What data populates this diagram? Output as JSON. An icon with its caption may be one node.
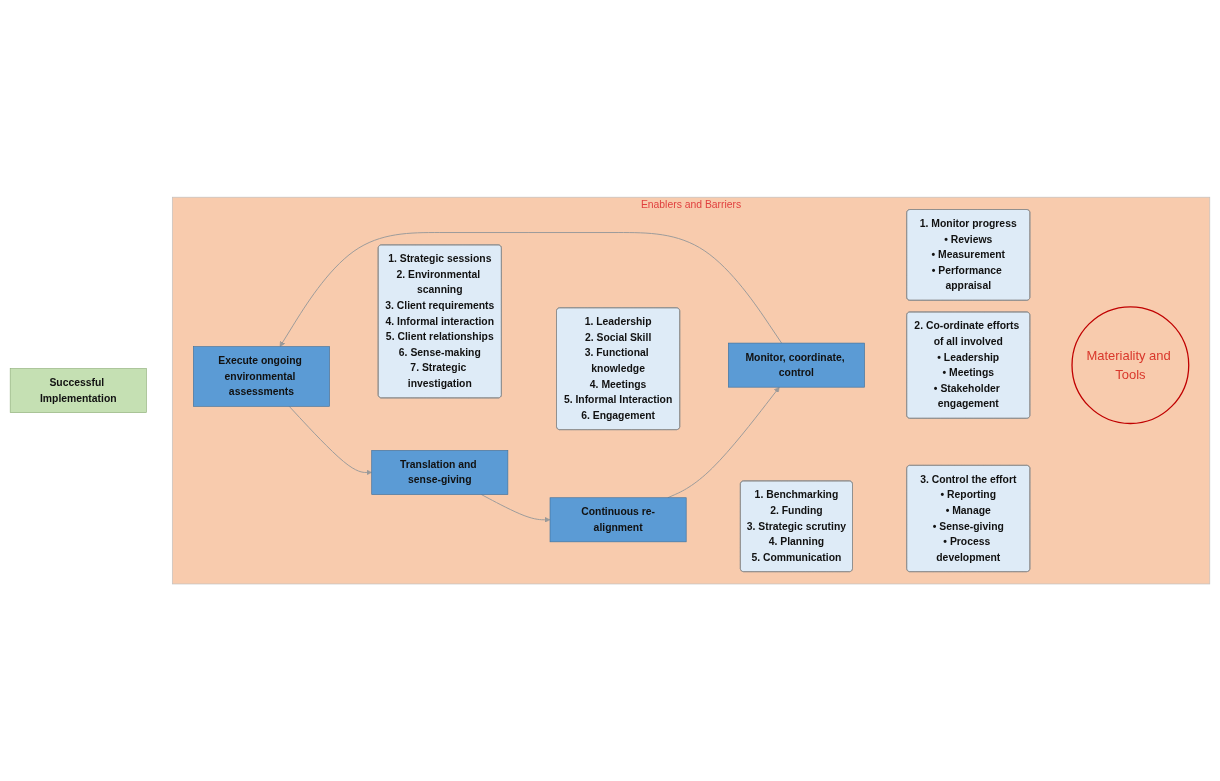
{
  "diagram": {
    "nodes": [
      {
        "text": [
          "Successful Implementation"
        ]
      },
      {
        "text": [
          "Enablers and Barriers"
        ]
      },
      {
        "text": [
          "Execute ongoing environmental assessments"
        ],
        "in": 1
      },
      {
        "text": [
          "Translation and sense-giving"
        ],
        "in": 1
      },
      {
        "text": [
          "Continuous re-alignment"
        ],
        "in": 1
      },
      {
        "text": [
          "Monitor, coordinate, control"
        ],
        "in": 1
      },
      {
        "text": [
          "1. Strategic sessions",
          "2. Environmental scanning",
          "3. Client requirements",
          "4. Informal interaction",
          "5. Client relationships",
          "6. Sense-making",
          "7. Strategic investigation"
        ],
        "in": 1
      },
      {
        "text": [
          "1. Leadership",
          "2. Social Skill",
          "3. Functional knowledge",
          "4. Meetings",
          "5. Informal Interaction",
          "6. Engagement"
        ],
        "in": 1
      },
      {
        "text": [
          "1. Benchmarking",
          "2. Funding",
          "3. Strategic scrutiny",
          "4. Planning",
          "5. Communication"
        ],
        "in": 1
      },
      {
        "text": [
          "1. Monitor progress",
          "• Reviews",
          "• Measurement",
          "• Performance appraisal"
        ],
        "in": 1
      },
      {
        "text": [
          "2. Co-ordinate efforts of all involved",
          "• Leadership",
          "• Meetings",
          "• Stakeholder engagement"
        ],
        "in": 1
      },
      {
        "text": [
          "3. Control the effort",
          "• Reporting",
          "• Manage",
          "• Sense-giving",
          "• Process development"
        ],
        "in": 1
      },
      {
        "text": [
          "Materiality and Tools"
        ],
        "in": 1
      }
    ],
    "edges": [
      {
        "from": 2,
        "to": 3,
        "arrow": "to"
      },
      {
        "from": 3,
        "to": 4,
        "arrow": "to"
      },
      {
        "from": 4,
        "to": 5,
        "arrow": "to"
      },
      {
        "from": 5,
        "to": 2,
        "arrow": "to"
      }
    ]
  }
}
